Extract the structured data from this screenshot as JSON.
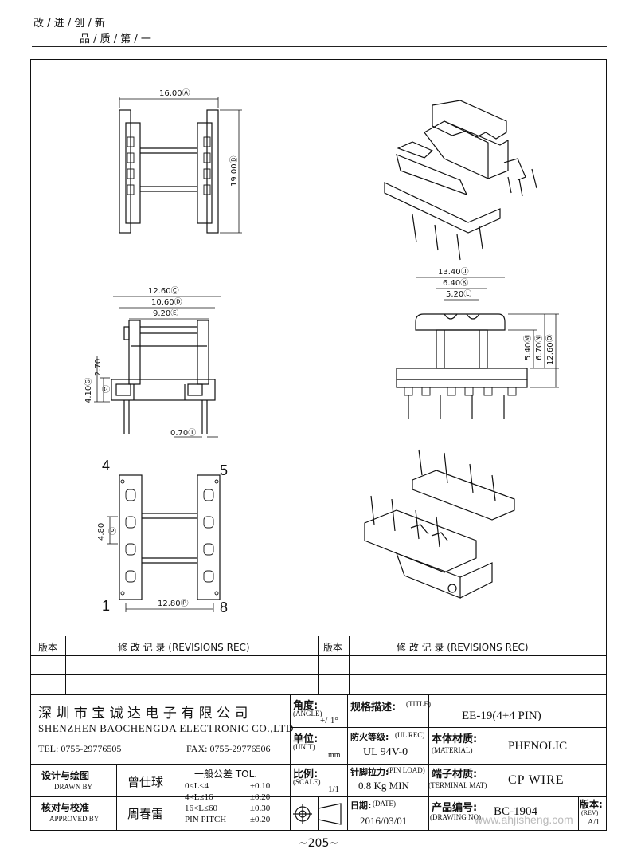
{
  "header": {
    "slogan_line1": "改 / 进 / 创 / 新",
    "slogan_line2": "品 / 质 / 第 / 一"
  },
  "drawing": {
    "top_view": {
      "dim_width": "16.00Ⓐ",
      "dim_height": "19.00Ⓑ"
    },
    "front_view": {
      "dim_12_60": "12.60Ⓒ",
      "dim_10_60": "10.60Ⓓ",
      "dim_9_20": "9.20Ⓔ",
      "dim_2_70": "2.70",
      "dim_4_10": "4.10Ⓖ",
      "dim_G_mark": "Ⓖ",
      "dim_0_70": "0.70Ⓘ"
    },
    "side_view": {
      "dim_13_40": "13.40Ⓙ",
      "dim_6_40": "6.40Ⓚ",
      "dim_5_20": "5.20Ⓛ",
      "dim_5_40": "5.40Ⓜ",
      "dim_6_70": "6.70Ⓝ",
      "dim_12_60": "12.60Ⓞ"
    },
    "bottom_view": {
      "dim_4_80": "4.80",
      "dim_4_80_mark": "Ⓟ",
      "dim_12_80": "12.80Ⓟ",
      "pin_4": "4",
      "pin_5": "5",
      "pin_1": "1",
      "pin_8": "8"
    }
  },
  "revisions": {
    "header_left_label": "版本",
    "header_left_title": "修  改  记  录   (REVISIONS REC)",
    "header_right_label": "版本",
    "header_right_title": "修  改  记  录   (REVISIONS REC)"
  },
  "title_block": {
    "company_cn": "深 圳 市 宝 诚 达 电 子 有 限 公 司",
    "company_en": "SHENZHEN BAOCHENGDA ELECTRONIC CO.,LTD",
    "tel": "TEL: 0755-29776505",
    "fax": "FAX: 0755-29776506",
    "angle_label": "角度:",
    "angle_label_en": "(ANGLE)",
    "angle_value": "+/-1°",
    "unit_label": "单位:",
    "unit_label_en": "(UNIT)",
    "unit_value": "mm",
    "scale_label": "比例:",
    "scale_label_en": "(SCALE)",
    "scale_value": "1/1",
    "spec_label": "规格描述:",
    "spec_label_en": "(TITLE)",
    "spec_value": "EE-19(4+4 PIN)",
    "flame_label": "防火等级:",
    "flame_label_en": "(UL REC)",
    "flame_value": "UL 94V-0",
    "material_label": "本体材质:",
    "material_label_en": "(MATERIAL)",
    "material_value": "PHENOLIC",
    "pinload_label": "针脚拉力:",
    "pinload_label_en": "(PIN LOAD)",
    "pinload_value": "0.8 Kg MIN",
    "terminal_label": "端子材质:",
    "terminal_label_en": "(TERMINAL MAT)",
    "terminal_value": "CP WIRE",
    "date_label": "日期:",
    "date_label_en": "(DATE)",
    "date_value": "2016/03/01",
    "drawno_label": "产品编号:",
    "drawno_label_en": "(DRAWING NO)",
    "drawno_value": "BC-1904",
    "rev_label": "版本:",
    "rev_label_en": "(REV)",
    "rev_value": "A/1",
    "drawn_label": "设计与绘图",
    "drawn_label_en": "DRAWN BY",
    "drawn_name": "曾仕球",
    "approved_label": "核对与校准",
    "approved_label_en": "APPROVED BY",
    "approved_name": "周春雷",
    "tol_title": "一般公差 TOL.",
    "tol_rows": [
      {
        "range": "0<L≤4",
        "value": "±0.10"
      },
      {
        "range": "4<L≤16",
        "value": "±0.20"
      },
      {
        "range": "16<L≤60",
        "value": "±0.30"
      },
      {
        "range": "PIN PITCH",
        "value": "±0.20"
      }
    ]
  },
  "footer": {
    "page_number": "~205~",
    "watermark": "www.ahjisheng.com"
  }
}
